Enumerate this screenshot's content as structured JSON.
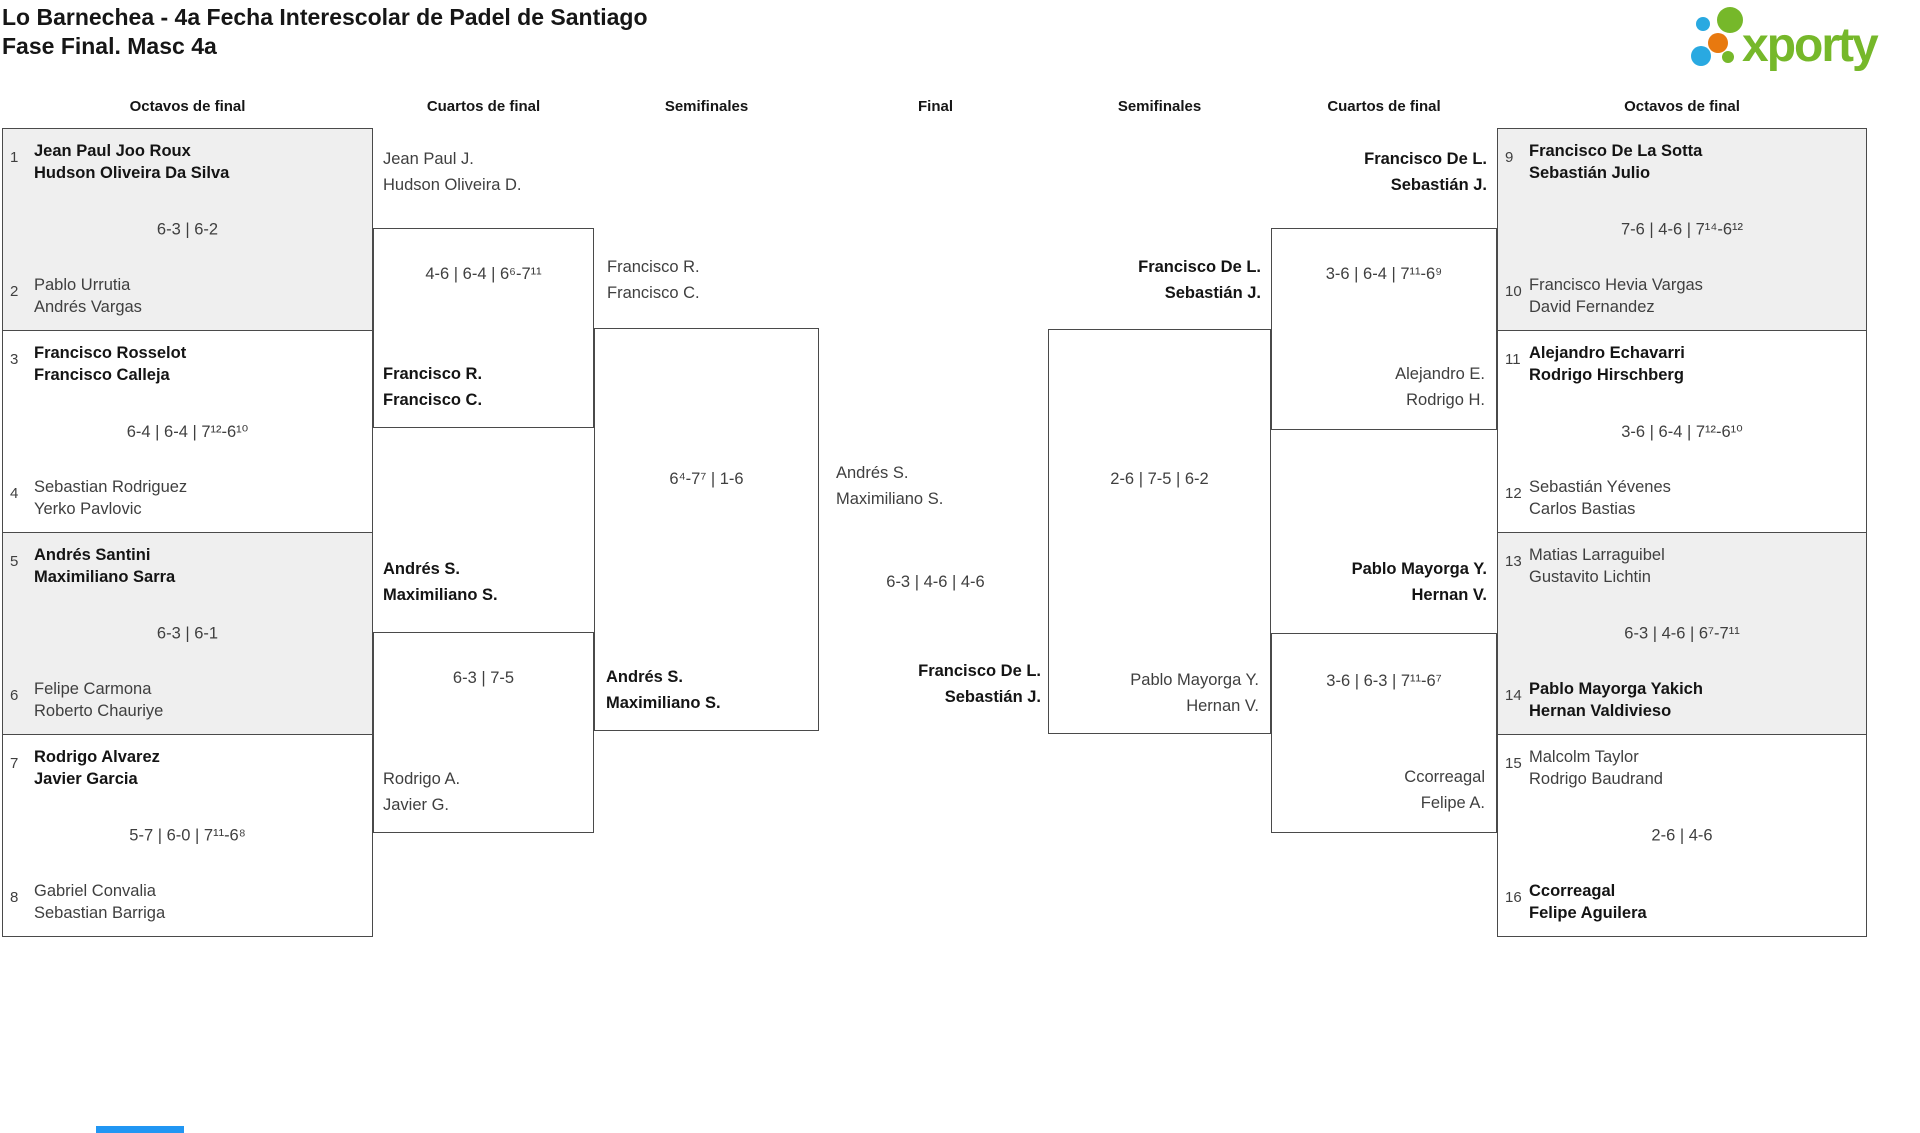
{
  "page": {
    "title_line1": "Lo Barnechea - 4a Fecha Interescolar de Padel de Santiago",
    "title_line2": "Fase Final. Masc 4a"
  },
  "logo": {
    "text": "xporty",
    "green": "#76b82a",
    "blue": "#29a9e1",
    "orange": "#e8790f"
  },
  "round_headers": [
    "Octavos de final",
    "Cuartos de final",
    "Semifinales",
    "Final",
    "Semifinales",
    "Cuartos de final",
    "Octavos de final"
  ],
  "octavos_left": [
    {
      "seed_top": "1",
      "team_top": [
        "Jean Paul Joo Roux",
        "Hudson Oliveira Da Silva"
      ],
      "score": "6-3 | 6-2",
      "seed_bottom": "2",
      "team_bottom": [
        "Pablo Urrutia",
        "Andrés Vargas"
      ],
      "winner": "top"
    },
    {
      "seed_top": "3",
      "team_top": [
        "Francisco Rosselot",
        "Francisco Calleja"
      ],
      "score": "6-4 | 6-4 | 7¹²-6¹⁰",
      "seed_bottom": "4",
      "team_bottom": [
        "Sebastian Rodriguez",
        "Yerko Pavlovic"
      ],
      "winner": "top"
    },
    {
      "seed_top": "5",
      "team_top": [
        "Andrés Santini",
        "Maximiliano Sarra"
      ],
      "score": "6-3 | 6-1",
      "seed_bottom": "6",
      "team_bottom": [
        "Felipe Carmona",
        "Roberto Chauriye"
      ],
      "winner": "top"
    },
    {
      "seed_top": "7",
      "team_top": [
        "Rodrigo Alvarez",
        "Javier Garcia"
      ],
      "score": "5-7 | 6-0 | 7¹¹-6⁸",
      "seed_bottom": "8",
      "team_bottom": [
        "Gabriel Convalia",
        "Sebastian Barriga"
      ],
      "winner": "top"
    }
  ],
  "cuartos_left": [
    {
      "team_top": [
        "Jean Paul J.",
        "Hudson Oliveira D."
      ],
      "score": "4-6 | 6-4 | 6⁶-7¹¹",
      "team_bottom": [
        "Francisco R.",
        "Francisco C."
      ],
      "winner": "bottom"
    },
    {
      "team_top": [
        "Andrés S.",
        "Maximiliano S."
      ],
      "score": "6-3 | 7-5",
      "team_bottom": [
        "Rodrigo A.",
        "Javier G."
      ],
      "winner": "top"
    }
  ],
  "semifinal_left": {
    "team_top": [
      "Francisco R.",
      "Francisco C."
    ],
    "score": "6⁴-7⁷ | 1-6",
    "team_bottom": [
      "Andrés S.",
      "Maximiliano S."
    ],
    "winner": "bottom"
  },
  "final": {
    "team_left": [
      "Andrés S.",
      "Maximiliano S."
    ],
    "score": "6-3 | 4-6 | 4-6",
    "team_right": [
      "Francisco De L.",
      "Sebastián J."
    ],
    "winner": "right"
  },
  "semifinal_right": {
    "team_top": [
      "Francisco De L.",
      "Sebastián J."
    ],
    "score": "2-6 | 7-5 | 6-2",
    "team_bottom": [
      "Pablo Mayorga Y.",
      "Hernan V."
    ],
    "winner": "top"
  },
  "cuartos_right": [
    {
      "team_top": [
        "Francisco De L.",
        "Sebastián J."
      ],
      "score": "3-6 | 6-4 | 7¹¹-6⁹",
      "team_bottom": [
        "Alejandro E.",
        "Rodrigo H."
      ],
      "winner": "top"
    },
    {
      "team_top": [
        "Pablo Mayorga Y.",
        "Hernan V."
      ],
      "score": "3-6 | 6-3 | 7¹¹-6⁷",
      "team_bottom": [
        "Ccorreagal",
        "Felipe A."
      ],
      "winner": "top"
    }
  ],
  "octavos_right": [
    {
      "seed_top": "9",
      "team_top": [
        "Francisco De La Sotta",
        "Sebastián Julio"
      ],
      "score": "7-6 | 4-6 | 7¹⁴-6¹²",
      "seed_bottom": "10",
      "team_bottom": [
        "Francisco Hevia Vargas",
        "David Fernandez"
      ],
      "winner": "top"
    },
    {
      "seed_top": "11",
      "team_top": [
        "Alejandro Echavarri",
        "Rodrigo Hirschberg"
      ],
      "score": "3-6 | 6-4 | 7¹²-6¹⁰",
      "seed_bottom": "12",
      "team_bottom": [
        "Sebastián Yévenes",
        "Carlos Bastias"
      ],
      "winner": "top"
    },
    {
      "seed_top": "13",
      "team_top": [
        "Matias Larraguibel",
        "Gustavito Lichtin"
      ],
      "score": "6-3 | 4-6 | 6⁷-7¹¹",
      "seed_bottom": "14",
      "team_bottom": [
        "Pablo Mayorga Yakich",
        "Hernan Valdivieso"
      ],
      "winner": "bottom"
    },
    {
      "seed_top": "15",
      "team_top": [
        "Malcolm Taylor",
        "Rodrigo Baudrand"
      ],
      "score": "2-6 | 4-6",
      "seed_bottom": "16",
      "team_bottom": [
        "Ccorreagal",
        "Felipe Aguilera"
      ],
      "winner": "bottom"
    }
  ]
}
